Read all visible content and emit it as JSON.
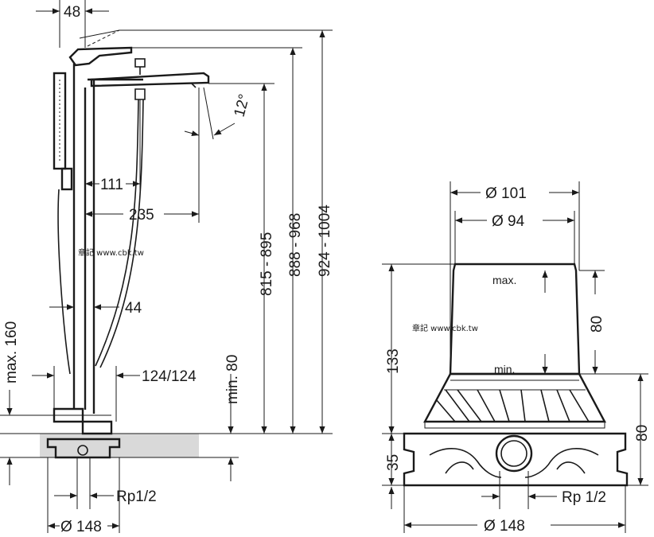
{
  "left_view": {
    "dim_48": "48",
    "dim_12deg": "12°",
    "dim_111": "111",
    "dim_235": "235",
    "dim_44": "44",
    "dim_124": "124/124",
    "dim_815": "815 - 895",
    "dim_888": "888 - 968",
    "dim_924": "924 - 1004",
    "dim_min80": "min. 80",
    "dim_max160": "max. 160",
    "dim_rp": "Rp1/2",
    "dim_d148": "Ø 148"
  },
  "right_view": {
    "dim_d101": "Ø 101",
    "dim_d94": "Ø 94",
    "label_max": "max.",
    "label_min": "min.",
    "dim_133": "133",
    "dim_80_top": "80",
    "dim_80_right": "80",
    "dim_35": "35",
    "dim_rp": "Rp 1/2",
    "dim_d148": "Ø 148"
  },
  "watermark": "章記 www.cbk.tw",
  "colors": {
    "line": "#1a1a1a",
    "floor": "#d9d9d9"
  }
}
